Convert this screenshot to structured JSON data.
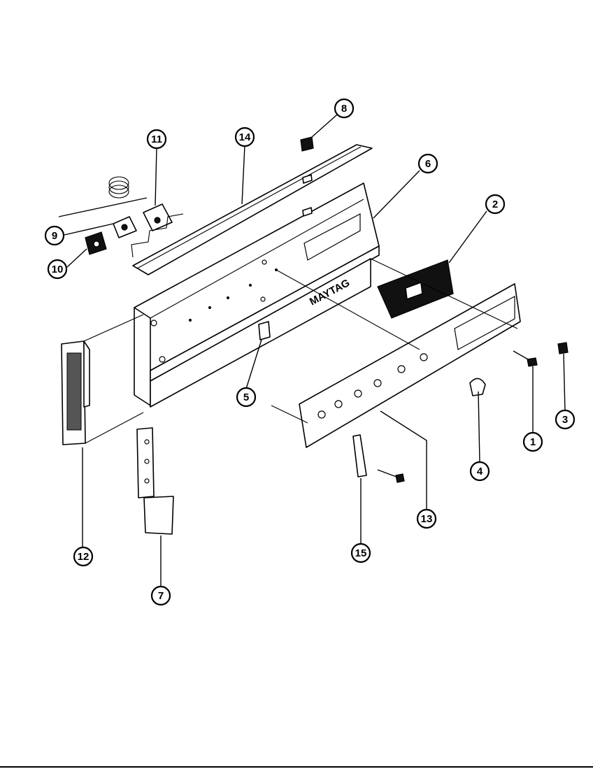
{
  "diagram": {
    "callouts": [
      {
        "id": "c1",
        "label": "1"
      },
      {
        "id": "c2",
        "label": "2"
      },
      {
        "id": "c3",
        "label": "3"
      },
      {
        "id": "c4",
        "label": "4"
      },
      {
        "id": "c5",
        "label": "5"
      },
      {
        "id": "c6",
        "label": "6"
      },
      {
        "id": "c7",
        "label": "7"
      },
      {
        "id": "c8",
        "label": "8"
      },
      {
        "id": "c9",
        "label": "9"
      },
      {
        "id": "c10",
        "label": "10"
      },
      {
        "id": "c11",
        "label": "11"
      },
      {
        "id": "c12",
        "label": "12"
      },
      {
        "id": "c13",
        "label": "13"
      },
      {
        "id": "c14",
        "label": "14"
      },
      {
        "id": "c15",
        "label": "15"
      }
    ],
    "panel_marking": "MAYTAG"
  }
}
